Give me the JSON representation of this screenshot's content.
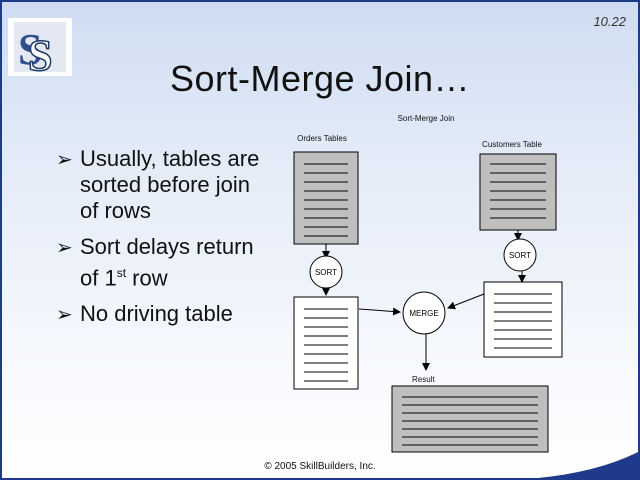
{
  "slide": {
    "number": "10.22",
    "title": "Sort-Merge Join…",
    "footer": "© 2005 SkillBuilders, Inc."
  },
  "logo": {
    "name": "skillbuilders-logo",
    "letter": "S"
  },
  "bullets": [
    {
      "text": "Usually, tables are sorted before join of rows"
    },
    {
      "text_before": "Sort delays return of 1",
      "superscript": "st",
      "text_after": " row"
    },
    {
      "text": "No driving table"
    }
  ],
  "diagram": {
    "caption": "Sort-Merge Join",
    "orders_label": "Orders Tables",
    "customers_label": "Customers Table",
    "sort_left": "SORT",
    "sort_right": "SORT",
    "merge": "MERGE",
    "result_label": "Result"
  },
  "colors": {
    "border": "#1f3a8a",
    "table_gray": "#bfbfbf",
    "corner_blue": "#1f3a8a"
  }
}
